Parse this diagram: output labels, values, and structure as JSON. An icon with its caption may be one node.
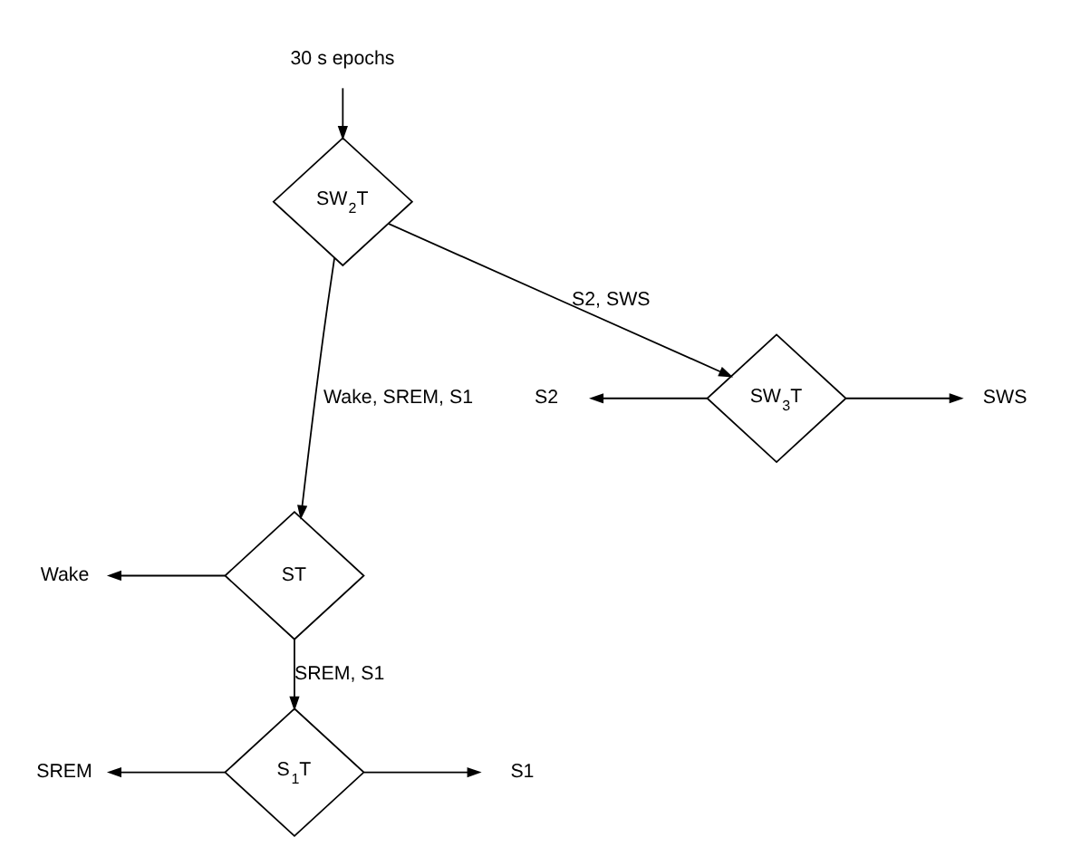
{
  "diagram": {
    "nodes": [
      {
        "text": [
          "30 s epochs"
        ]
      },
      {
        "text": [
          "SW$_{2}$T"
        ]
      },
      {
        "text": [
          "SW$_{3}$T"
        ]
      },
      {
        "text": [
          "ST"
        ]
      },
      {
        "text": [
          "S$_{1}$T"
        ]
      },
      {
        "text": [
          "S2"
        ]
      },
      {
        "text": [
          "SWS"
        ]
      },
      {
        "text": [
          "Wake"
        ]
      },
      {
        "text": [
          "SREM"
        ]
      },
      {
        "text": [
          "S1"
        ]
      }
    ],
    "edges": [
      {
        "from": 0,
        "to": 1,
        "arrow": "to"
      },
      {
        "from": 1,
        "to": 3,
        "arrow": "to",
        "label": "Wake, SREM, S1"
      },
      {
        "from": 1,
        "to": 2,
        "arrow": "to",
        "label": "S2, SWS"
      },
      {
        "from": 2,
        "to": 5,
        "arrow": "to"
      },
      {
        "from": 2,
        "to": 6,
        "arrow": "to"
      },
      {
        "from": 3,
        "to": 7,
        "arrow": "to"
      },
      {
        "from": 3,
        "to": 4,
        "arrow": "to",
        "label": "SREM, S1"
      },
      {
        "from": 4,
        "to": 8,
        "arrow": "to"
      },
      {
        "from": 4,
        "to": 9,
        "arrow": "to"
      }
    ]
  }
}
